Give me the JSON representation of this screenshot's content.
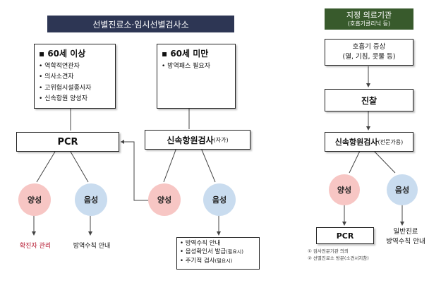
{
  "left_section": {
    "header": "선별진료소·임시선별검사소",
    "over60": {
      "title": "60세 이상",
      "items": [
        "역학적연관자",
        "의사소견자",
        "고위험시설종사자",
        "신속항원 양성자"
      ]
    },
    "under60": {
      "title": "60세 미만",
      "items": [
        "방역패스 필요자"
      ]
    },
    "pcr_label": "PCR",
    "rat_label": "신속항원검사",
    "rat_suffix": "(자가)",
    "pcr_positive": "양성",
    "pcr_negative": "음성",
    "pcr_positive_result": "확진자 관리",
    "pcr_negative_result": "방역수칙 안내",
    "rat_positive": "양성",
    "rat_negative": "음성",
    "rat_negative_results": [
      "방역수칙 안내",
      "음성확인서 발급",
      "주기적 검사"
    ],
    "rat_negative_notes": [
      "",
      "(필요시)",
      "(필요시)"
    ]
  },
  "right_section": {
    "header_title": "지정 의료기관",
    "header_sub": "(호흡기클리닉 등)",
    "symptoms_line1": "호흡기 증상",
    "symptoms_line2": "(열, 기침, 콧물 등)",
    "consult_label": "진찰",
    "rat_label": "신속항원검사",
    "rat_suffix": "(전문가용)",
    "positive": "양성",
    "negative": "음성",
    "pcr_label": "PCR",
    "negative_result_line1": "일반진료",
    "negative_result_line2": "방역수칙 안내",
    "footnotes": [
      "① 검사전문기관 의뢰",
      "② 선별진료소 방문(소견서지참)"
    ]
  },
  "colors": {
    "dark_header": "#2d3654",
    "green_header": "#385a2c",
    "positive_circle": "#f7c6c4",
    "negative_circle": "#c9dcef",
    "confirmed_text": "#b3122a"
  }
}
